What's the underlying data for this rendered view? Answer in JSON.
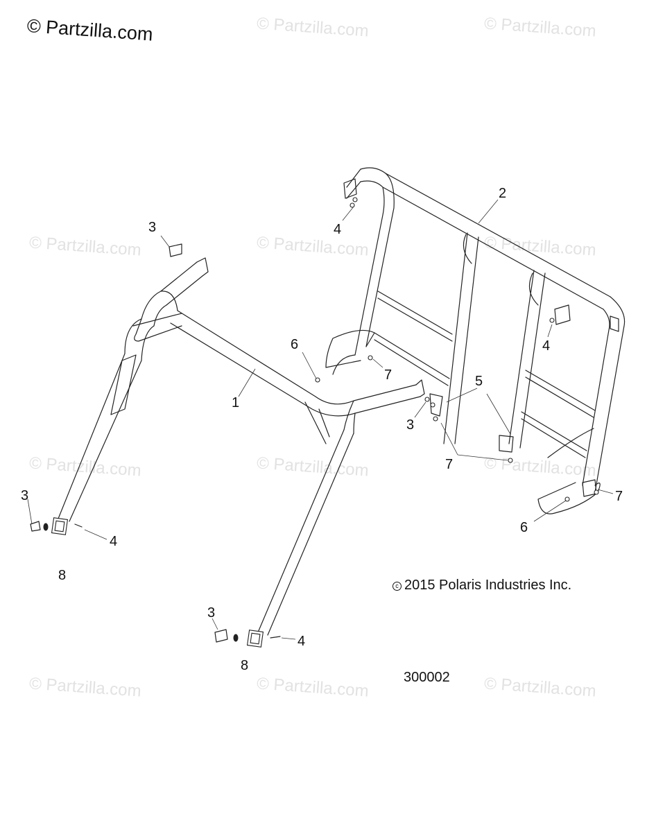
{
  "watermark": {
    "brand": "© Partzilla.com",
    "tile": "© Partzilla.com"
  },
  "copyright": {
    "symbol": "c",
    "text": "2015 Polaris Industries Inc."
  },
  "figure_number": "300002",
  "callouts": {
    "c1": "1",
    "c2": "2",
    "c3_top": "3",
    "c3_mid": "3",
    "c3_left": "3",
    "c3_bottom": "3",
    "c4_top": "4",
    "c4_right": "4",
    "c4_left": "4",
    "c4_bottom": "4",
    "c5": "5",
    "c6_left": "6",
    "c6_right": "6",
    "c7_upper": "7",
    "c7_mid": "7",
    "c7_right": "7",
    "c8_left": "8",
    "c8_bottom": "8"
  }
}
